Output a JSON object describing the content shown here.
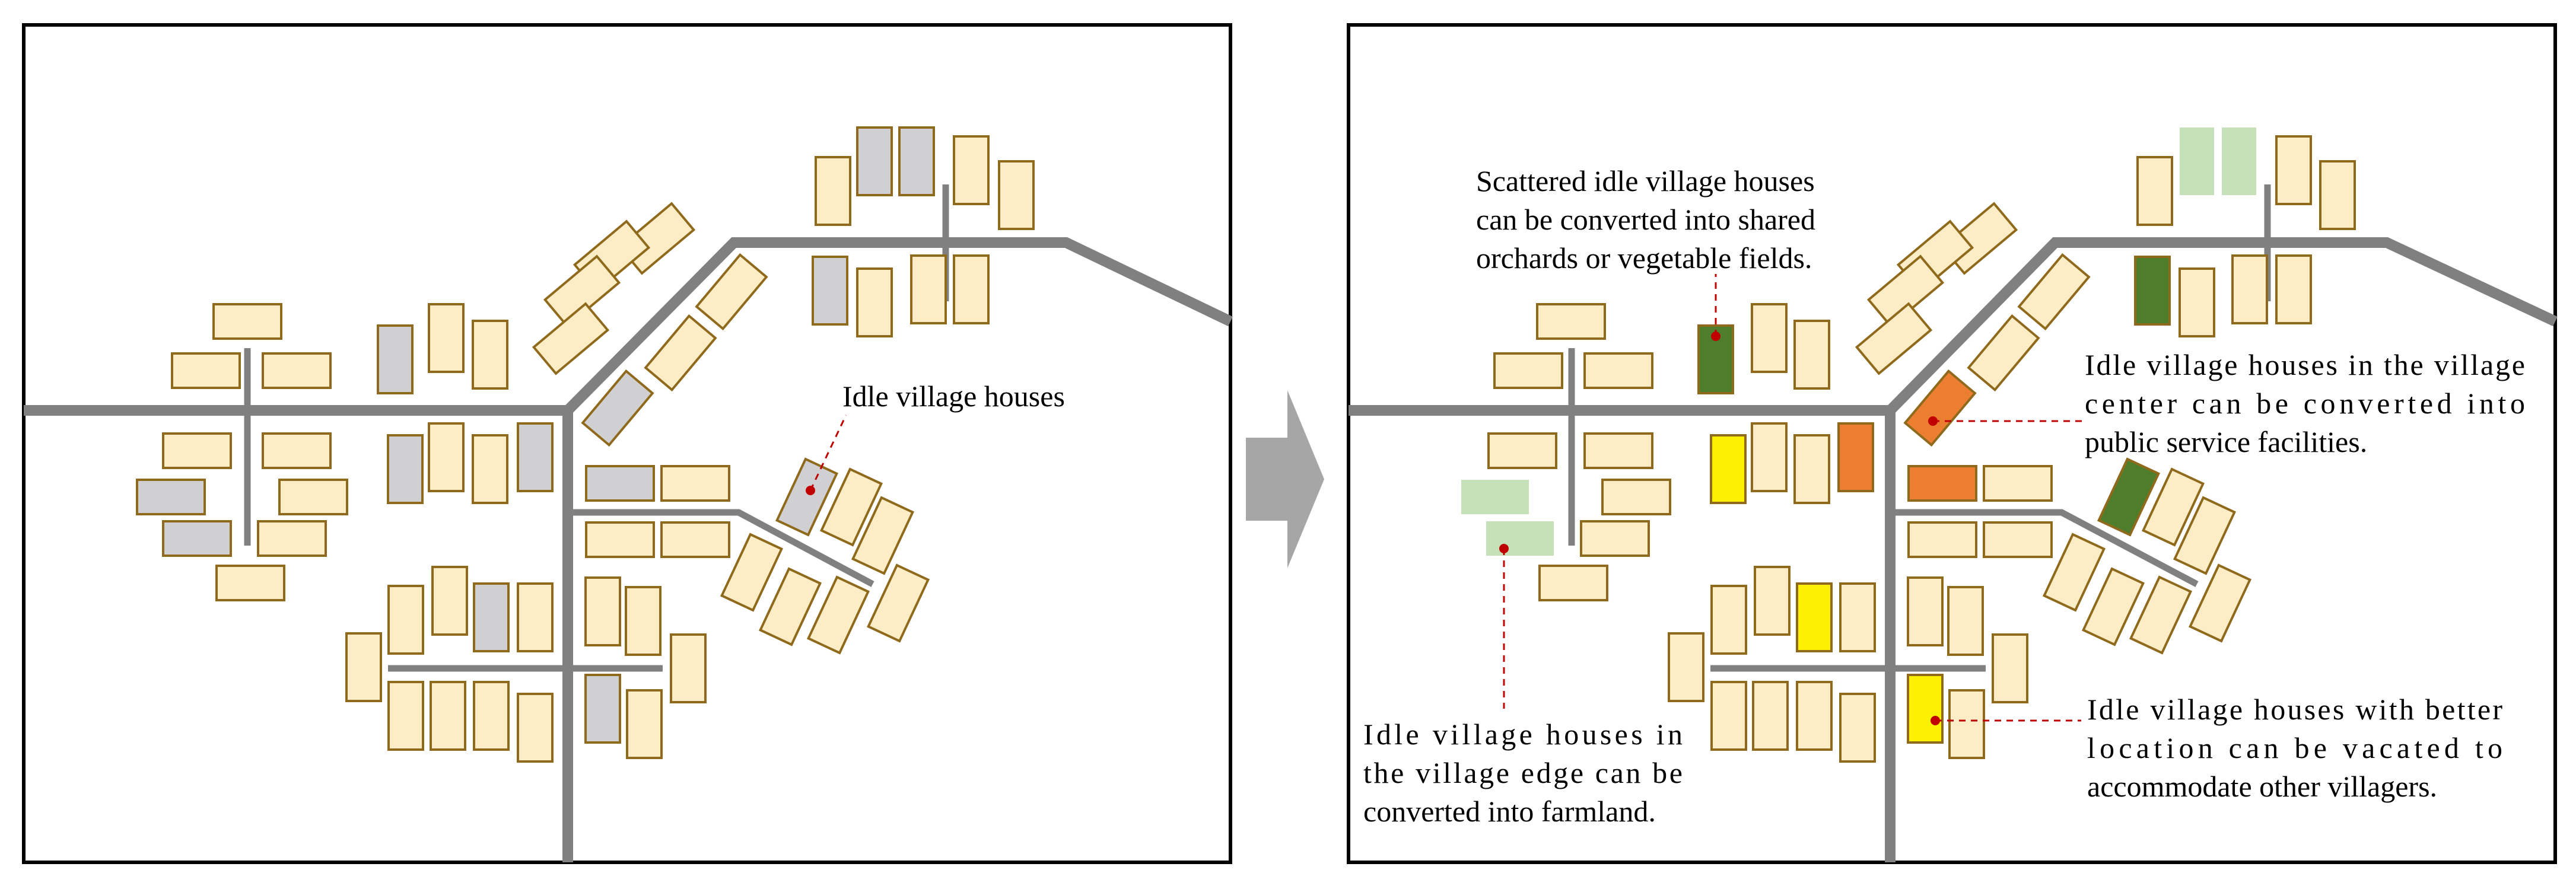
{
  "colors": {
    "house_normal": "#fcedc6",
    "house_idle": "#d0d0d2",
    "orchard_field": "#4e7d2c",
    "public_service": "#ec7e31",
    "vacated": "#fbf000",
    "farmland": "#c5e1b7",
    "road": "#808080",
    "leader_line": "#c00000"
  },
  "icons": {
    "transition_arrow": "right-arrow-icon"
  },
  "left_panel": {
    "label_idle": "Idle village houses"
  },
  "right_panel": {
    "label_orchards": [
      "Scattered idle village houses",
      "can be converted into shared",
      "orchards or vegetable fields."
    ],
    "label_center": [
      "Idle village houses in the village",
      "center can be converted into",
      "public service facilities."
    ],
    "label_edge": [
      "Idle village houses in",
      "the village edge can be",
      "converted into farmland."
    ],
    "label_location": [
      "Idle village houses with better",
      "location can be vacated to",
      "accommodate other villagers."
    ]
  }
}
